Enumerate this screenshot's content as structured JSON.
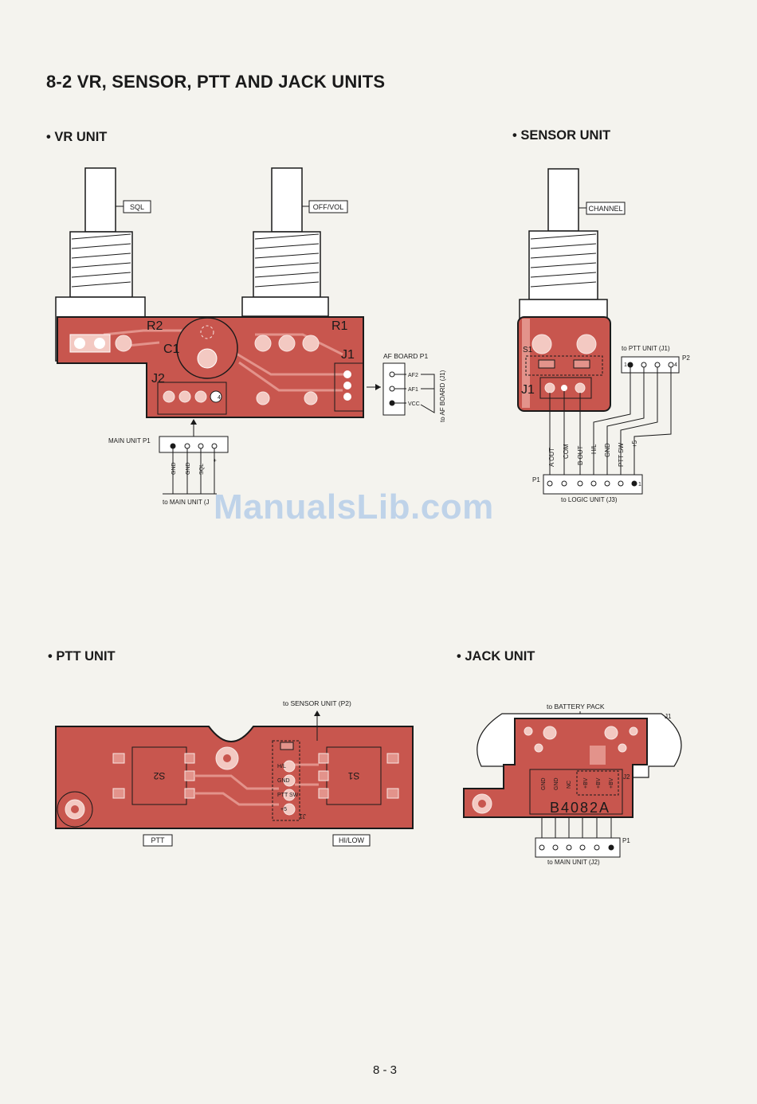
{
  "page": {
    "title": "8-2  VR, SENSOR, PTT AND JACK UNITS",
    "page_number": "8 - 3",
    "watermark": "ManualsLib.com"
  },
  "vr_unit": {
    "title": "VR UNIT",
    "labels": {
      "sql": "SQL",
      "off_vol": "OFF/VOL",
      "r2": "R2",
      "c1": "C1",
      "j2": "J2",
      "r1": "R1",
      "j1": "J1",
      "pin4": "4"
    },
    "af_board": {
      "header": "AF BOARD P1",
      "pins": [
        "AF2",
        "AF1",
        "VCC"
      ],
      "to": "to AF BOARD (J1)"
    },
    "main_unit": {
      "header": "MAIN UNIT P1",
      "pins": [
        "GND",
        "GND",
        "SQL",
        "+"
      ],
      "to": "to MAIN UNIT (J"
    }
  },
  "sensor_unit": {
    "title": "SENSOR UNIT",
    "labels": {
      "channel": "CHANNEL",
      "s1": "S1",
      "j1": "J1",
      "p2": "P2",
      "p1": "P1",
      "pin1": "1",
      "pin4": "4",
      "pin1b": "1"
    },
    "to_ptt": "to PTT UNIT (J1)",
    "pins": [
      "A OUT",
      "COM",
      "B OUT",
      "H/L",
      "GND",
      "PTT SW",
      "+5"
    ],
    "to_logic": "to LOGIC UNIT (J3)"
  },
  "ptt_unit": {
    "title": "PTT UNIT",
    "to_sensor": "to SENSOR UNIT (P2)",
    "labels": {
      "ptt": "PTT",
      "hilow": "HI/LOW",
      "s2": "S2",
      "s1": "S1",
      "j1": "J1"
    },
    "pads": [
      "H/L",
      "GND",
      "PTT SW",
      "+5"
    ]
  },
  "jack_unit": {
    "title": "JACK UNIT",
    "to_battery": "to BATTERY PACK",
    "labels": {
      "j1": "J1",
      "j2": "J2",
      "p1": "P1",
      "part": "B4082A"
    },
    "pins": [
      "GND",
      "GND",
      "NC",
      "+BV",
      "+BV",
      "+BV"
    ],
    "to_main": "to MAIN UNIT (J2)"
  }
}
